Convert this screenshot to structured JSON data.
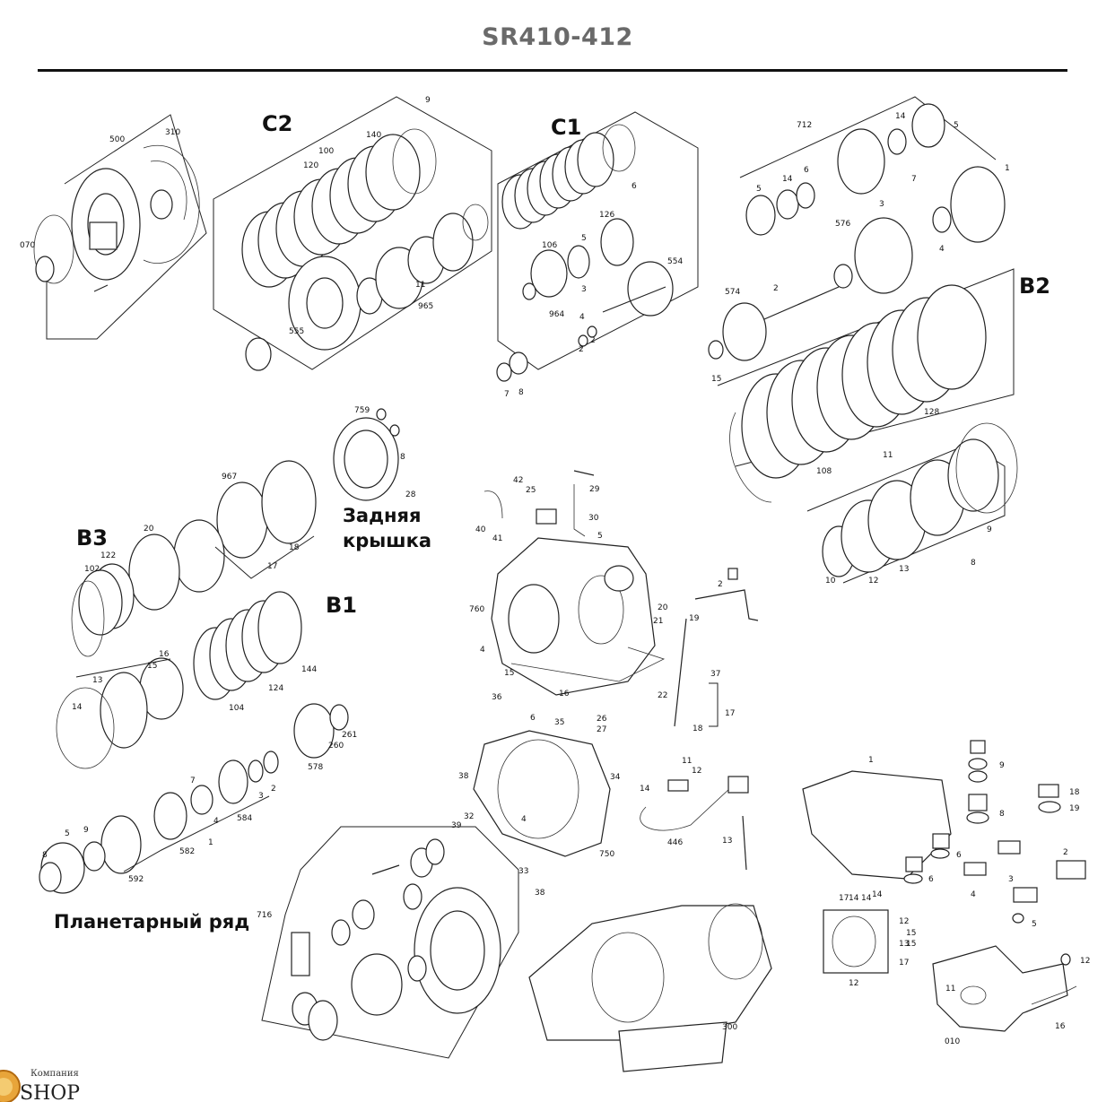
{
  "header": {
    "title": "SR410-412"
  },
  "groups": {
    "c2": "C2",
    "c1": "C1",
    "b2": "B2",
    "b3": "B3",
    "b1": "B1",
    "rear_cover_line1": "Задняя",
    "rear_cover_line2": "крышка",
    "planetary": "Планетарный ряд"
  },
  "part_numbers": {
    "p500": "500",
    "p310": "310",
    "p070": "070",
    "p9a": "9",
    "p140": "140",
    "p100": "100",
    "p120": "120",
    "p555": "555",
    "p965": "965",
    "p11a": "11",
    "p6a": "6",
    "p126": "126",
    "p106": "106",
    "p5a": "5",
    "p3a": "3",
    "p554": "554",
    "p964": "964",
    "p4a": "4",
    "p2a": "2",
    "p2b": "2",
    "p7a": "7",
    "p8a": "8",
    "p712": "712",
    "p14a": "14",
    "p5b": "5",
    "p1a": "1",
    "p7b": "7",
    "p5c": "5",
    "p14b": "14",
    "p6b": "6",
    "p3b": "3",
    "p576": "576",
    "p4b": "4",
    "p574": "574",
    "p2c": "2",
    "p15a": "15",
    "p128": "128",
    "p11b": "11",
    "p108": "108",
    "p9b": "9",
    "p8b": "8",
    "p10": "10",
    "p12a": "12",
    "p13a": "13",
    "p759": "759",
    "p28": "28",
    "p8c": "8",
    "p967": "967",
    "p18a": "18",
    "p17a": "17",
    "p122": "122",
    "p102": "102",
    "p20": "20",
    "p144": "144",
    "p124": "124",
    "p104": "104",
    "p16a": "16",
    "p15b": "15",
    "p13b": "13",
    "p14c": "14",
    "p261": "261",
    "p260": "260",
    "p578": "578",
    "p7c": "7",
    "p4c": "4",
    "p584": "584",
    "p3c": "3",
    "p2d": "2",
    "p1b": "1",
    "p5d": "5",
    "p9c": "9",
    "p8d": "8",
    "p582": "582",
    "p592": "592",
    "p42": "42",
    "p25": "25",
    "p29": "29",
    "p30": "30",
    "p40": "40",
    "p41": "41",
    "p5e": "5",
    "p760": "760",
    "p4d": "4",
    "p15c": "15",
    "p16b": "16",
    "p22": "22",
    "p21": "21",
    "p20b": "20",
    "p19": "19",
    "p2e": "2",
    "p37": "37",
    "p17b": "17",
    "p18b": "18",
    "p36": "36",
    "p6c": "6",
    "p35": "35",
    "p26": "26",
    "p27": "27",
    "p38": "38",
    "p32": "32",
    "p39": "39",
    "p34": "34",
    "p4e": "4",
    "p750": "750",
    "p33": "33",
    "p38b": "38",
    "p11c": "11",
    "p12b": "12",
    "p14d": "14",
    "p446": "446",
    "p13c": "13",
    "p716": "716",
    "p300": "300",
    "p9d": "9",
    "p8e": "8",
    "p18c": "18",
    "p19b": "19",
    "p6d": "6",
    "p6e": "6",
    "p2f": "2",
    "p3d": "3",
    "p4f": "4",
    "p5f": "5",
    "p12c": "12",
    "p11d": "11",
    "p16c": "16",
    "p010": "010",
    "p17c": "17",
    "p14e": "14",
    "p14f": "14",
    "p12d": "12",
    "p15d": "15",
    "p15e": "15",
    "p14g": "14",
    "p17d": "17",
    "p12e": "12",
    "p13d": "13",
    "p1c": "1"
  },
  "logo": {
    "caption": "Компания",
    "brand": "SHOP"
  }
}
